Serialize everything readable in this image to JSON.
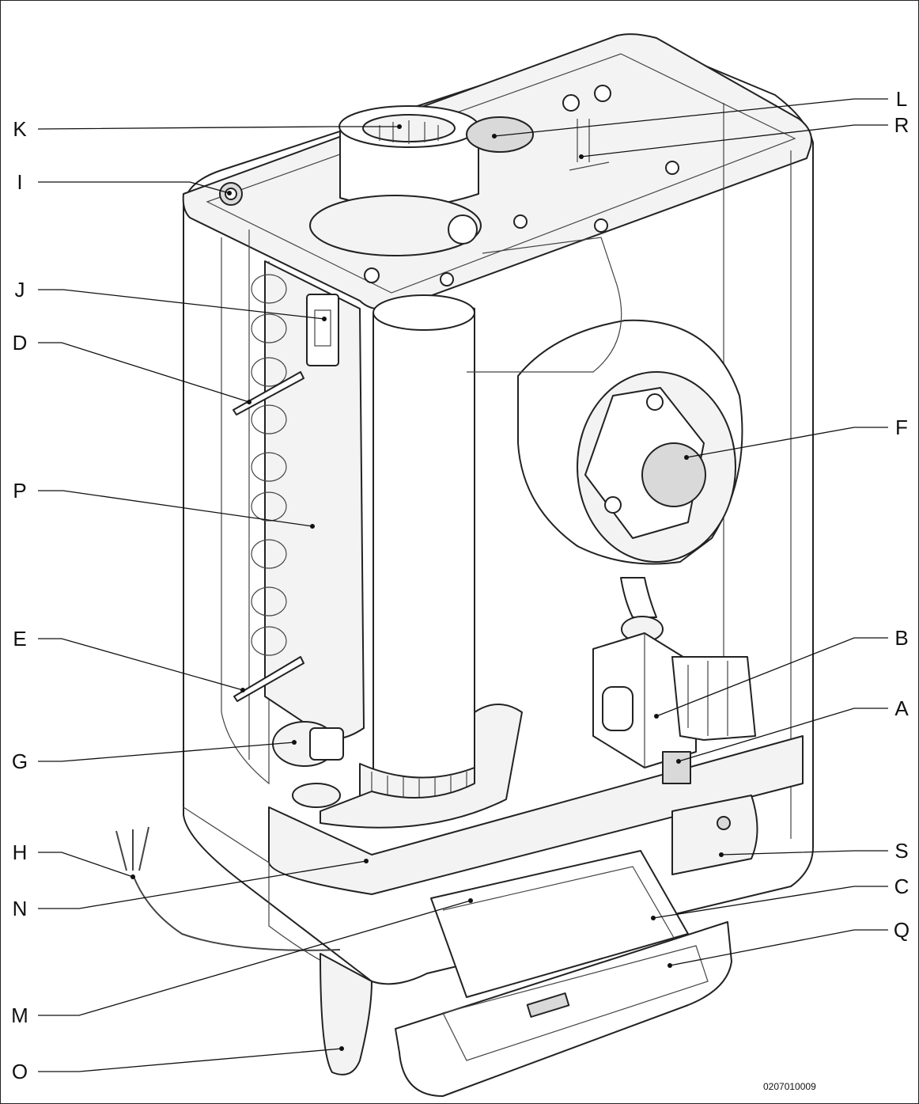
{
  "labels": {
    "A": "A",
    "B": "B",
    "C": "C",
    "D": "D",
    "E": "E",
    "F": "F",
    "G": "G",
    "H": "H",
    "I": "I",
    "J": "J",
    "K": "K",
    "L": "L",
    "M": "M",
    "N": "N",
    "O": "O",
    "P": "P",
    "Q": "Q",
    "R": "R",
    "S": "S"
  },
  "document_number": "0207010009"
}
